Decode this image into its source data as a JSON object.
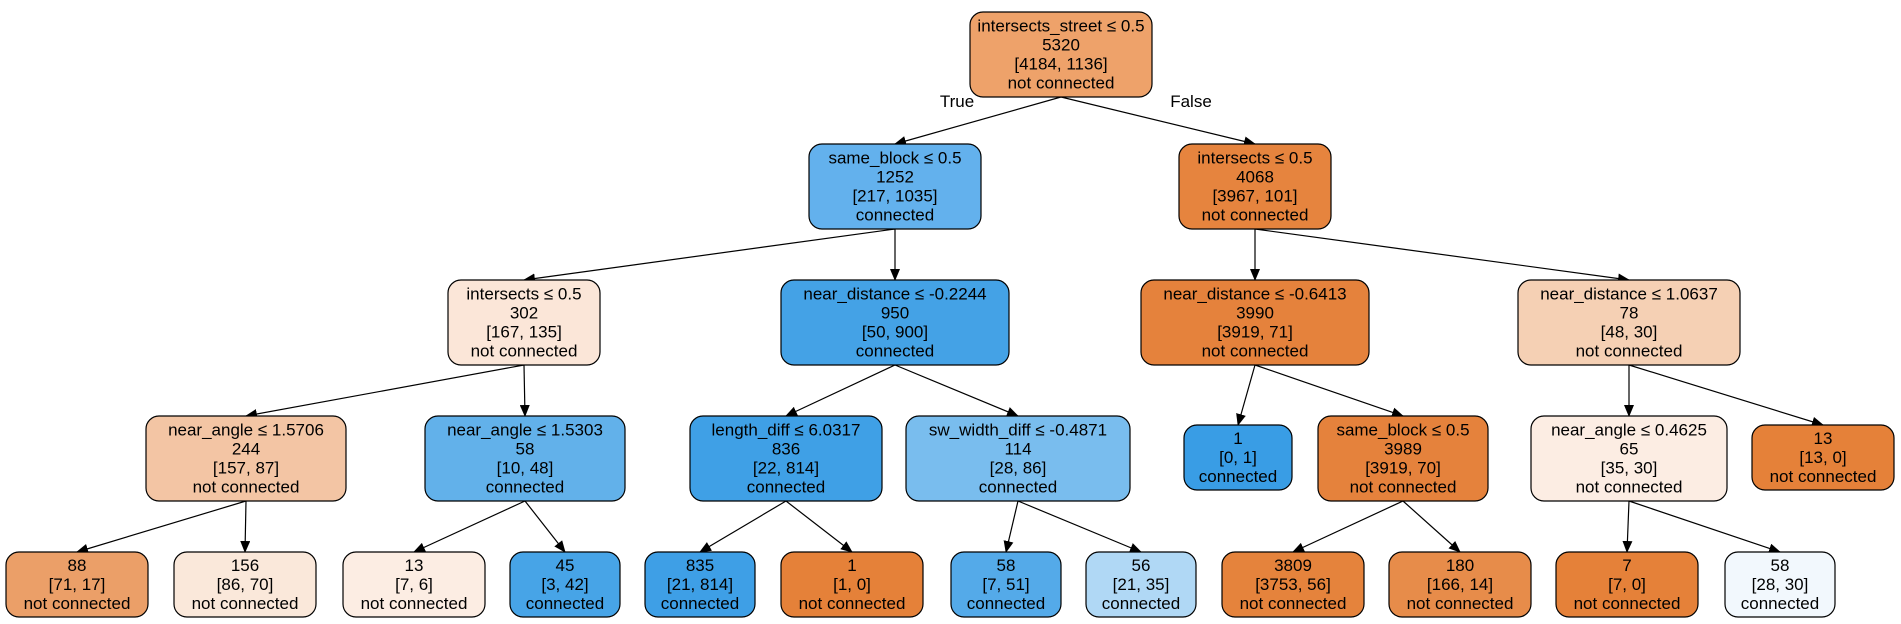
{
  "tree": {
    "edge_labels": {
      "true_label": "True",
      "false_label": "False"
    },
    "nodes": [
      {
        "id": "n0",
        "lines": [
          "intersects_street ≤ 0.5",
          "5320",
          "[4184, 1136]",
          "not connected"
        ],
        "color": "#eea26a"
      },
      {
        "id": "n1",
        "lines": [
          "same_block ≤ 0.5",
          "1252",
          "[217, 1035]",
          "connected"
        ],
        "color": "#63b1ed"
      },
      {
        "id": "n2",
        "lines": [
          "intersects ≤ 0.5",
          "4068",
          "[3967, 101]",
          "not connected"
        ],
        "color": "#e6843e"
      },
      {
        "id": "n3",
        "lines": [
          "intersects ≤ 0.5",
          "302",
          "[167, 135]",
          "not connected"
        ],
        "color": "#fbe6d8"
      },
      {
        "id": "n4",
        "lines": [
          "near_distance ≤ -0.2244",
          "950",
          "[50, 900]",
          "connected"
        ],
        "color": "#44a2e6"
      },
      {
        "id": "n5",
        "lines": [
          "near_distance ≤ -0.6413",
          "3990",
          "[3919, 71]",
          "not connected"
        ],
        "color": "#e5823c"
      },
      {
        "id": "n6",
        "lines": [
          "near_distance ≤ 1.0637",
          "78",
          "[48, 30]",
          "not connected"
        ],
        "color": "#f5d0b4"
      },
      {
        "id": "n7",
        "lines": [
          "near_angle ≤ 1.5706",
          "244",
          "[157, 87]",
          "not connected"
        ],
        "color": "#f3c5a4"
      },
      {
        "id": "n8",
        "lines": [
          "near_angle ≤ 1.5303",
          "58",
          "[10, 48]",
          "connected"
        ],
        "color": "#62b1ea"
      },
      {
        "id": "n9",
        "lines": [
          "length_diff ≤ 6.0317",
          "836",
          "[22, 814]",
          "connected"
        ],
        "color": "#3fa0e6"
      },
      {
        "id": "n10",
        "lines": [
          "sw_width_diff ≤ -0.4871",
          "114",
          "[28, 86]",
          "connected"
        ],
        "color": "#79bdee"
      },
      {
        "id": "n11",
        "lines": [
          "1",
          "[0, 1]",
          "connected"
        ],
        "color": "#399de5"
      },
      {
        "id": "n12",
        "lines": [
          "same_block ≤ 0.5",
          "3989",
          "[3919, 70]",
          "not connected"
        ],
        "color": "#e5823c"
      },
      {
        "id": "n13",
        "lines": [
          "near_angle ≤ 0.4625",
          "65",
          "[35, 30]",
          "not connected"
        ],
        "color": "#fcede3"
      },
      {
        "id": "n14",
        "lines": [
          "13",
          "[13, 0]",
          "not connected"
        ],
        "color": "#e58139"
      },
      {
        "id": "n15",
        "lines": [
          "88",
          "[71, 17]",
          "not connected"
        ],
        "color": "#eb9f68"
      },
      {
        "id": "n16",
        "lines": [
          "156",
          "[86, 70]",
          "not connected"
        ],
        "color": "#fae8da"
      },
      {
        "id": "n17",
        "lines": [
          "13",
          "[7, 6]",
          "not connected"
        ],
        "color": "#fcede3"
      },
      {
        "id": "n18",
        "lines": [
          "45",
          "[3, 42]",
          "connected"
        ],
        "color": "#47a4e7"
      },
      {
        "id": "n19",
        "lines": [
          "835",
          "[21, 814]",
          "connected"
        ],
        "color": "#3e9fe6"
      },
      {
        "id": "n20",
        "lines": [
          "1",
          "[1, 0]",
          "not connected"
        ],
        "color": "#e58139"
      },
      {
        "id": "n21",
        "lines": [
          "58",
          "[7, 51]",
          "connected"
        ],
        "color": "#54aae9"
      },
      {
        "id": "n22",
        "lines": [
          "56",
          "[21, 35]",
          "connected"
        ],
        "color": "#b0d8f5"
      },
      {
        "id": "n23",
        "lines": [
          "3809",
          "[3753, 56]",
          "not connected"
        ],
        "color": "#e5833c"
      },
      {
        "id": "n24",
        "lines": [
          "180",
          "[166, 14]",
          "not connected"
        ],
        "color": "#e78c4a"
      },
      {
        "id": "n25",
        "lines": [
          "7",
          "[7, 0]",
          "not connected"
        ],
        "color": "#e58139"
      },
      {
        "id": "n26",
        "lines": [
          "58",
          "[28, 30]",
          "connected"
        ],
        "color": "#f2f8fd"
      }
    ],
    "edges": [
      {
        "from": "n0",
        "to": "n1",
        "label": "true_label"
      },
      {
        "from": "n0",
        "to": "n2",
        "label": "false_label"
      },
      {
        "from": "n1",
        "to": "n3"
      },
      {
        "from": "n1",
        "to": "n4"
      },
      {
        "from": "n2",
        "to": "n5"
      },
      {
        "from": "n2",
        "to": "n6"
      },
      {
        "from": "n3",
        "to": "n7"
      },
      {
        "from": "n3",
        "to": "n8"
      },
      {
        "from": "n4",
        "to": "n9"
      },
      {
        "from": "n4",
        "to": "n10"
      },
      {
        "from": "n5",
        "to": "n11"
      },
      {
        "from": "n5",
        "to": "n12"
      },
      {
        "from": "n6",
        "to": "n13"
      },
      {
        "from": "n6",
        "to": "n14"
      },
      {
        "from": "n7",
        "to": "n15"
      },
      {
        "from": "n7",
        "to": "n16"
      },
      {
        "from": "n8",
        "to": "n17"
      },
      {
        "from": "n8",
        "to": "n18"
      },
      {
        "from": "n9",
        "to": "n19"
      },
      {
        "from": "n9",
        "to": "n20"
      },
      {
        "from": "n10",
        "to": "n21"
      },
      {
        "from": "n10",
        "to": "n22"
      },
      {
        "from": "n12",
        "to": "n23"
      },
      {
        "from": "n12",
        "to": "n24"
      },
      {
        "from": "n13",
        "to": "n25"
      },
      {
        "from": "n13",
        "to": "n26"
      }
    ]
  }
}
